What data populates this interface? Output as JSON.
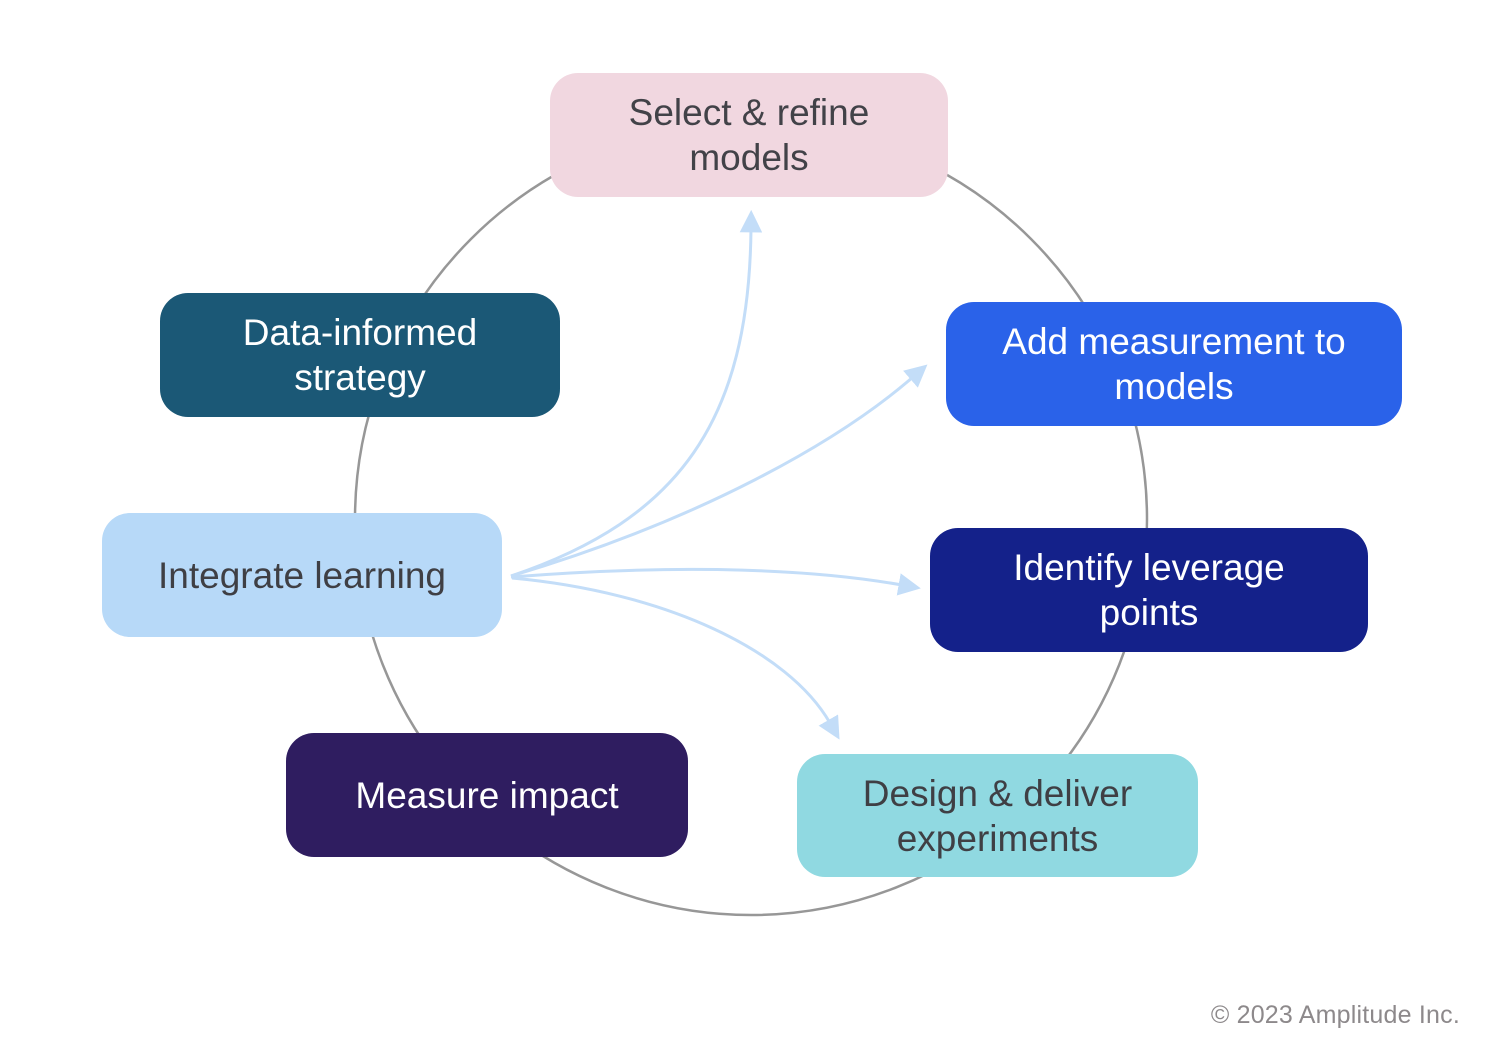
{
  "diagram": {
    "type": "cycle-flow-diagram",
    "nodes": [
      {
        "id": "select-refine-models",
        "label": "Select & refine models",
        "bg": "#f1d7e0",
        "fg": "#424248"
      },
      {
        "id": "data-informed-strategy",
        "label": "Data-informed strategy",
        "bg": "#1b5876",
        "fg": "#ffffff"
      },
      {
        "id": "integrate-learning",
        "label": "Integrate learning",
        "bg": "#b7d9f8",
        "fg": "#3f3f44"
      },
      {
        "id": "add-measurement-to-models",
        "label": "Add measurement to models",
        "bg": "#2a62e9",
        "fg": "#ffffff"
      },
      {
        "id": "identify-leverage-points",
        "label": "Identify leverage points",
        "bg": "#14218a",
        "fg": "#ffffff"
      },
      {
        "id": "design-deliver-experiments",
        "label": "Design & deliver experiments",
        "bg": "#90d9e1",
        "fg": "#3f3f44"
      },
      {
        "id": "measure-impact",
        "label": "Measure impact",
        "bg": "#2f1d60",
        "fg": "#ffffff"
      }
    ],
    "flow": {
      "from": "integrate-learning",
      "to": [
        "select-refine-models",
        "add-measurement-to-models",
        "identify-leverage-points",
        "design-deliver-experiments"
      ]
    },
    "colors": {
      "cycle_circle": "#979797",
      "arrow": "#c3ddf8"
    },
    "footer": {
      "copyright": "© 2023 Amplitude Inc."
    }
  }
}
